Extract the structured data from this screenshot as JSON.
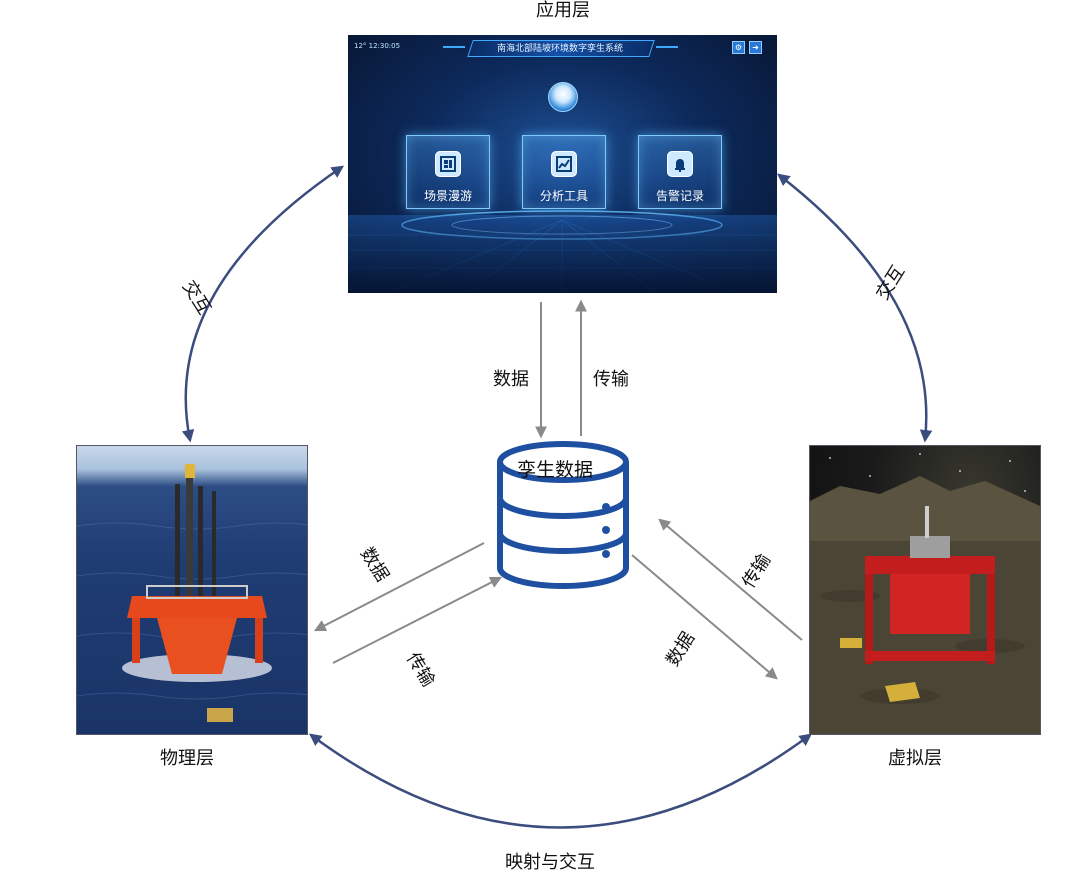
{
  "labels": {
    "application_layer": "应用层",
    "physical_layer": "物理层",
    "virtual_layer": "虚拟层",
    "twin_data": "孪生数据",
    "mapping_interaction": "映射与交互",
    "interaction_left": "交互",
    "interaction_right": "交互",
    "data": "数据",
    "transmit": "传输"
  },
  "app_screen": {
    "title": "南海北部陆坡环境数字孪生系统",
    "time": "12°  12:30:05",
    "buttons": [
      "场景漫游",
      "分析工具",
      "告警记录"
    ]
  },
  "colors": {
    "interaction_arrow": "#3b4d7e",
    "data_arrow": "#8a8a8a",
    "database": "#1f4fa0"
  }
}
